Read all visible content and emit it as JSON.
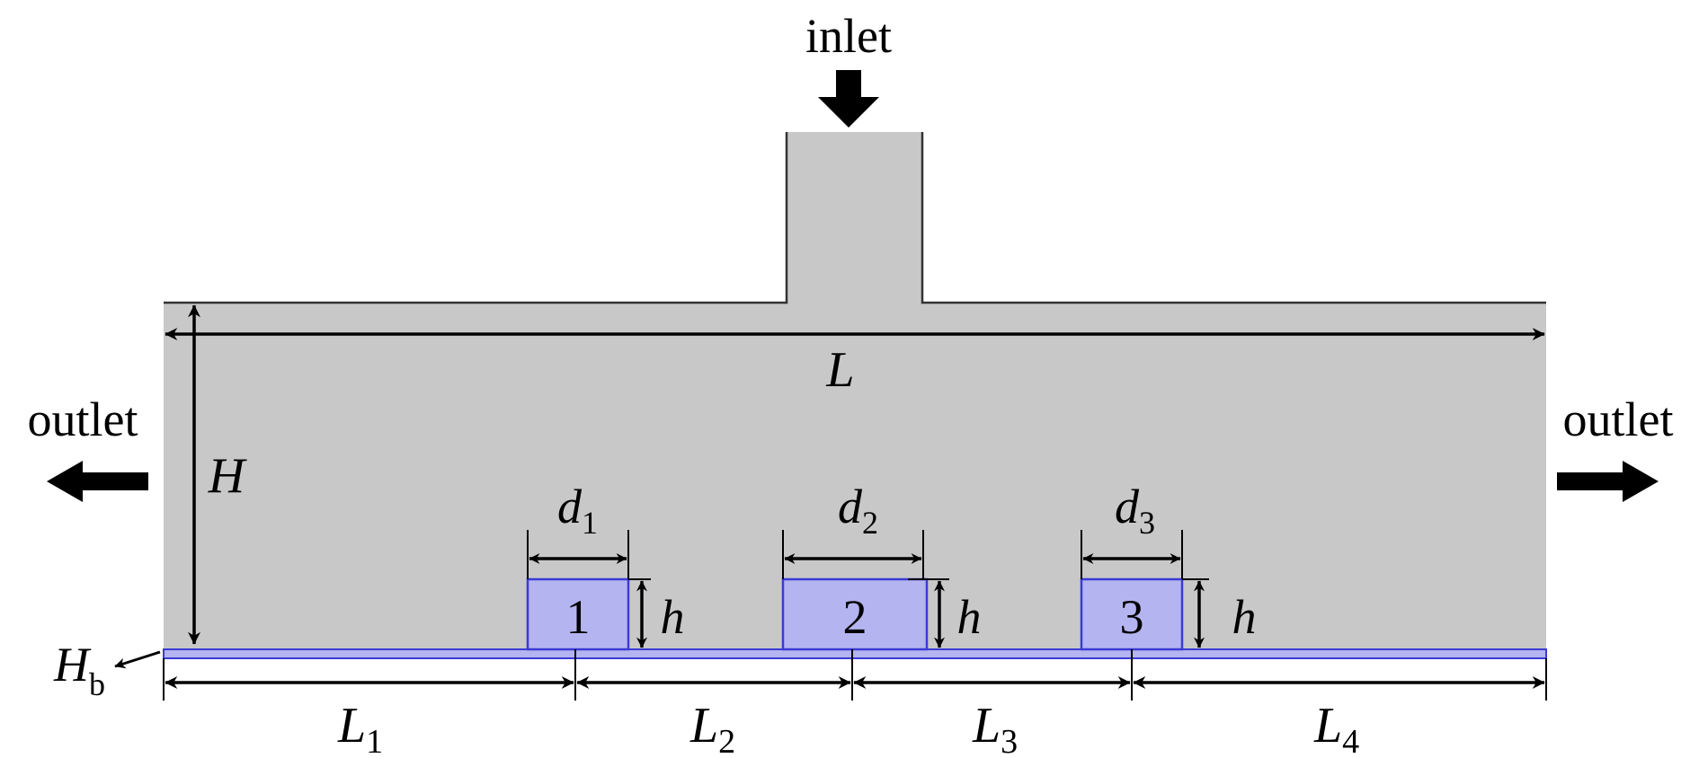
{
  "labels": {
    "inlet": "inlet",
    "outlet_left": "outlet",
    "outlet_right": "outlet",
    "length": "L",
    "height": "H",
    "height_sym": "h",
    "base_thickness": "H",
    "base_thickness_sub": "b",
    "d_letter": "d",
    "L_letter": "L"
  },
  "blocks": [
    {
      "number": "1",
      "d_sub": "1"
    },
    {
      "number": "2",
      "d_sub": "2"
    },
    {
      "number": "3",
      "d_sub": "3"
    }
  ],
  "segments": [
    {
      "sub": "1"
    },
    {
      "sub": "2"
    },
    {
      "sub": "3"
    },
    {
      "sub": "4"
    }
  ],
  "colors": {
    "fluid": "#c8c8c8",
    "block_fill": "#b4b4f0",
    "block_stroke": "#3b3bd6",
    "arrow": "#000000"
  }
}
